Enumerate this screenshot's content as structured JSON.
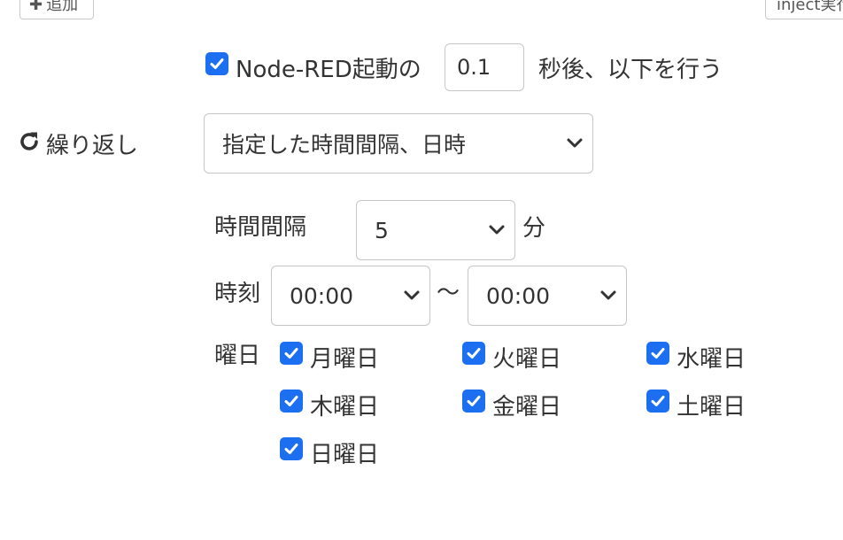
{
  "toolbar": {
    "add_label": "追加",
    "inject_label": "inject実行"
  },
  "startup": {
    "checked": true,
    "prefix": "Node-RED起動の",
    "delay_value": "0.1",
    "suffix": "秒後、以下を行う"
  },
  "repeat": {
    "label": "繰り返し",
    "mode": "指定した時間間隔、日時"
  },
  "interval": {
    "label": "時間間隔",
    "value": "5",
    "unit": "分"
  },
  "time": {
    "label": "時刻",
    "from": "00:00",
    "separator": "〜",
    "to": "00:00"
  },
  "days": {
    "label": "曜日",
    "items": [
      {
        "label": "月曜日",
        "checked": true
      },
      {
        "label": "火曜日",
        "checked": true
      },
      {
        "label": "水曜日",
        "checked": true
      },
      {
        "label": "木曜日",
        "checked": true
      },
      {
        "label": "金曜日",
        "checked": true
      },
      {
        "label": "土曜日",
        "checked": true
      },
      {
        "label": "日曜日",
        "checked": true
      }
    ]
  },
  "colors": {
    "accent": "#1d6ff2",
    "border": "#c6c6c6",
    "text": "#333333"
  }
}
